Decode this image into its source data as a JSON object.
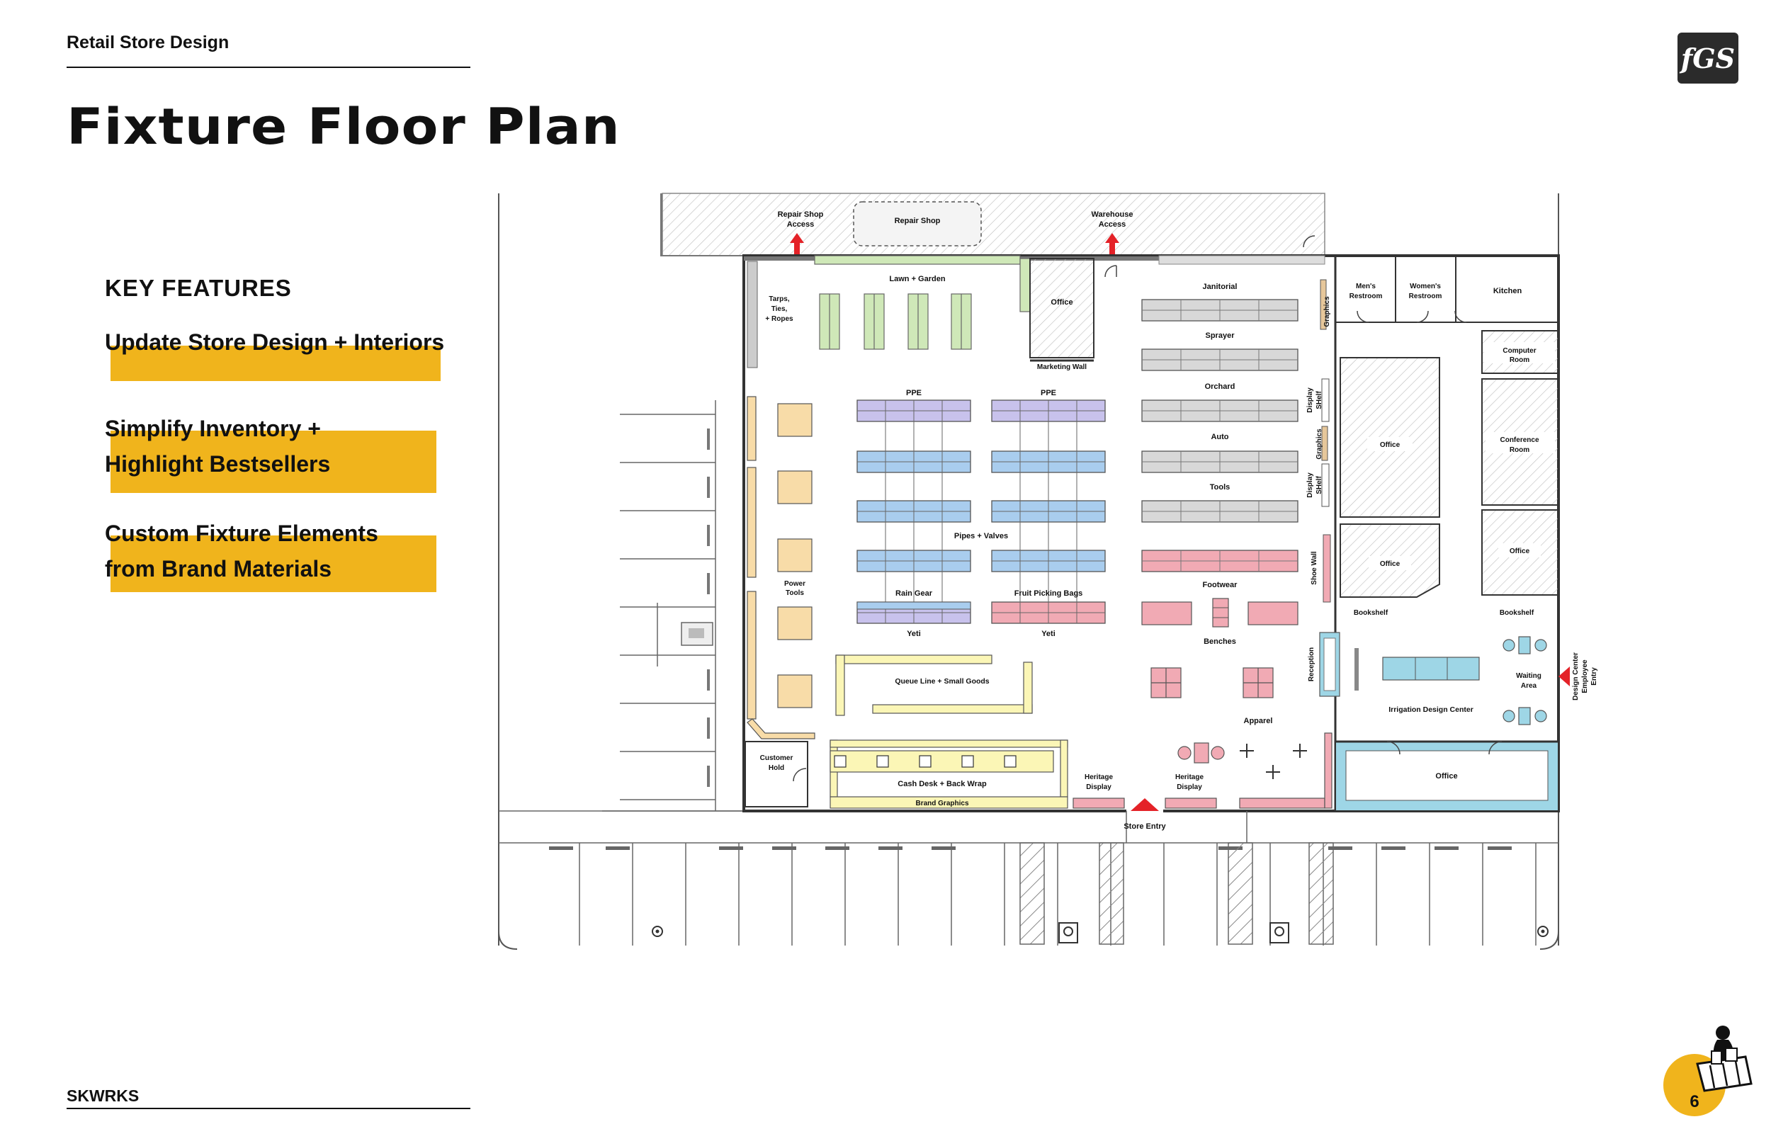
{
  "header": {
    "section_label": "Retail Store Design",
    "title": "Fixture Floor Plan"
  },
  "logo": {
    "icon": "fgs-logo",
    "text": "fGS"
  },
  "features": {
    "heading": "KEY FEATURES",
    "items": [
      {
        "line1": "Update Store Design + Interiors",
        "line2": ""
      },
      {
        "line1": "Simplify Inventory +",
        "line2": "Highlight Bestsellers"
      },
      {
        "line1": "Custom Fixture Elements",
        "line2": "from Brand Materials"
      }
    ],
    "highlight_color": "#f0b41c"
  },
  "floor_plan": {
    "colors": {
      "green": "#cfe8b8",
      "blue": "#a9cdee",
      "purple": "#c8c2ec",
      "gray": "#d8d8d8",
      "red": "#f1aab4",
      "tan": "#f8dca8",
      "cyan": "#9ed6e6",
      "yellow": "#fbf6b6",
      "arrow": "#e42228"
    },
    "labels": {
      "repair_access_1": "Repair Shop",
      "repair_access_2": "Access",
      "repair_shop": "Repair Shop",
      "warehouse_access_1": "Warehouse",
      "warehouse_access_2": "Access",
      "lawn_garden": "Lawn + Garden",
      "tarps_1": "Tarps,",
      "tarps_2": "Ties,",
      "tarps_3": "+ Ropes",
      "office_top": "Office",
      "marketing_wall": "Marketing Wall",
      "janitorial": "Janitorial",
      "sprayer": "Sprayer",
      "orchard": "Orchard",
      "auto": "Auto",
      "tools": "Tools",
      "footwear": "Footwear",
      "graphics_top": "Graphics",
      "graphics_mid": "Graphics",
      "display_shelf_1a": "Display",
      "display_shelf_1b": "SHelf",
      "display_shelf_2a": "Display",
      "display_shelf_2b": "SHelf",
      "shoe_wall": "Shoe Wall",
      "mens_1": "Men's",
      "mens_2": "Restroom",
      "womens_1": "Women's",
      "womens_2": "Restroom",
      "kitchen": "Kitchen",
      "computer_1": "Computer",
      "computer_2": "Room",
      "conference_1": "Conference",
      "conference_2": "Room",
      "office_r1": "Office",
      "office_r2": "Office",
      "office_r3": "Office",
      "office_r4": "Office",
      "ppe_1": "PPE",
      "ppe_2": "PPE",
      "pipes_valves": "Pipes + Valves",
      "power_tools_1": "Power",
      "power_tools_2": "Tools",
      "rain_gear": "Rain Gear",
      "fruit_bags": "Fruit Picking Bags",
      "yeti_1": "Yeti",
      "yeti_2": "Yeti",
      "benches": "Benches",
      "apparel": "Apparel",
      "queue_line": "Queue Line + Small Goods",
      "customer_hold_1": "Customer",
      "customer_hold_2": "Hold",
      "cash_desk": "Cash Desk + Back Wrap",
      "brand_graphics": "Brand Graphics",
      "heritage_1a": "Heritage",
      "heritage_1b": "Display",
      "heritage_2a": "Heritage",
      "heritage_2b": "Display",
      "store_entry": "Store Entry",
      "bookshelf_1": "Bookshelf",
      "bookshelf_2": "Bookshelf",
      "reception": "Reception",
      "waiting_1": "Waiting",
      "waiting_2": "Area",
      "irrigation": "Irrigation Design Center",
      "dc_entry_1": "Design Center",
      "dc_entry_2": "Employee",
      "dc_entry_3": "Entry"
    }
  },
  "footer": {
    "brand": "SKWRKS",
    "page_number": "6",
    "mascot_icon": "shopper-with-basket-icon"
  }
}
